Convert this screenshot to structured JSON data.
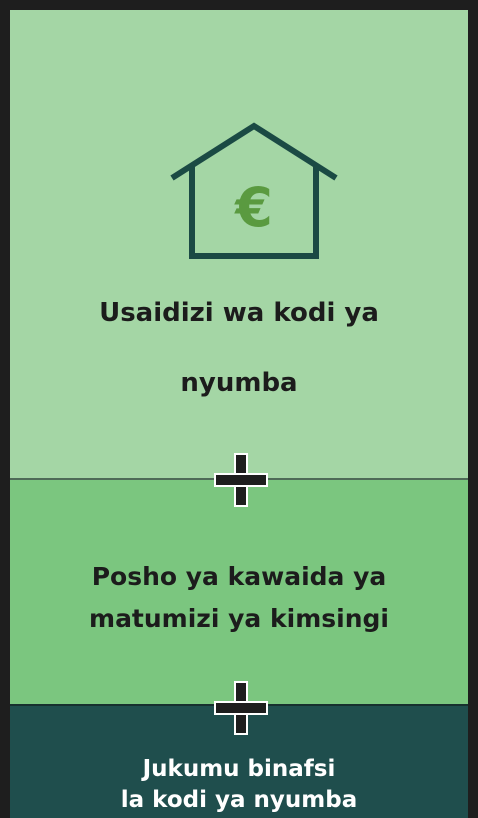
{
  "sections": {
    "housing_allowance": {
      "line1": "Usaidizi wa kodi ya",
      "line2": "nyumba",
      "icon": "house-euro-icon",
      "currency_symbol": "€"
    },
    "basic_allowance": {
      "line1": "Posho ya kawaida ya",
      "line2": "matumizi ya kimsingi"
    },
    "own_contribution": {
      "line1": "Jukumu binafsi",
      "line2": "la kodi ya nyumba"
    }
  },
  "connectors": [
    "plus-icon",
    "plus-icon"
  ],
  "colors": {
    "top": "#a4d6a5",
    "middle": "#7bc67f",
    "bottom": "#1f4e4d",
    "house_stroke": "#1b4a44",
    "euro": "#5a9a40",
    "plus": "#1e1e1e"
  }
}
